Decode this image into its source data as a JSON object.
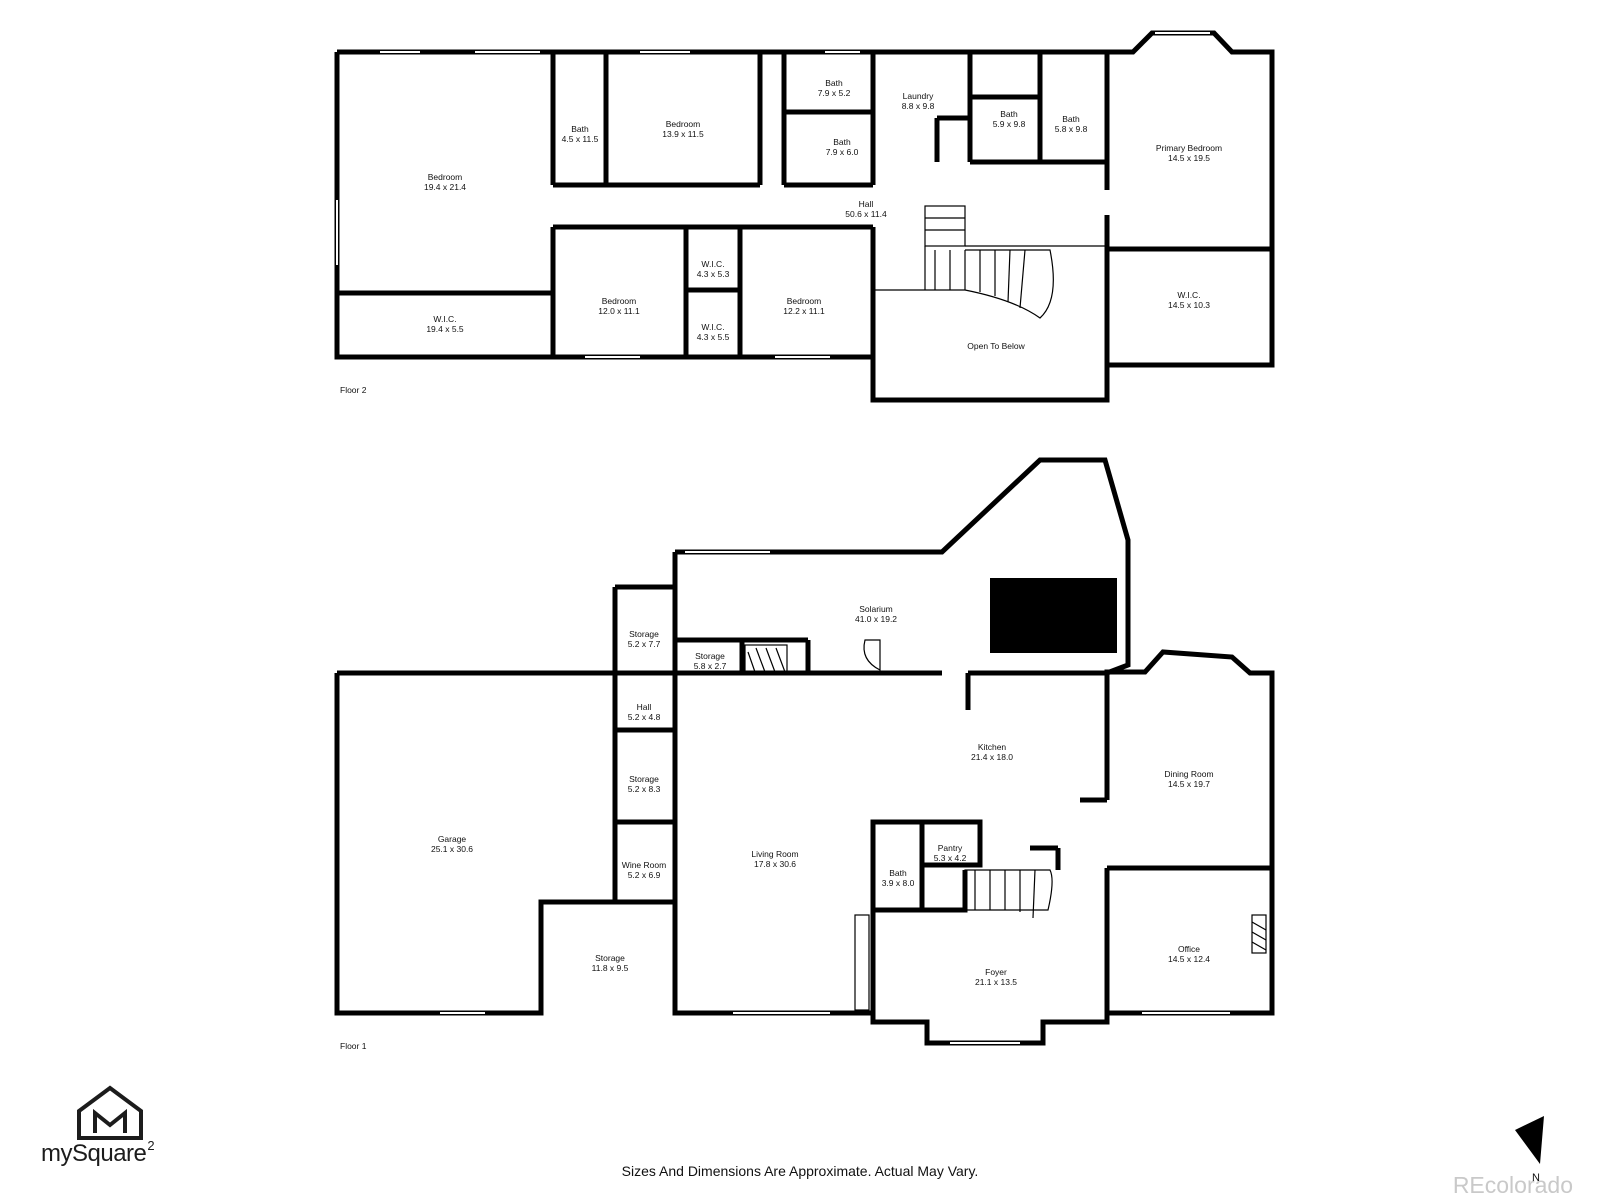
{
  "floor2": {
    "label": "Floor 2",
    "rooms": [
      {
        "name": "Bedroom",
        "dims": "19.4 x 21.4"
      },
      {
        "name": "Bath",
        "dims": "4.5 x 11.5"
      },
      {
        "name": "Bedroom",
        "dims": "13.9 x 11.5"
      },
      {
        "name": "Bath",
        "dims": "7.9 x 5.2"
      },
      {
        "name": "Bath",
        "dims": "7.9 x 6.0"
      },
      {
        "name": "Laundry",
        "dims": "8.8 x 9.8"
      },
      {
        "name": "Bath",
        "dims": "5.9 x 9.8"
      },
      {
        "name": "Bath",
        "dims": "5.8 x 9.8"
      },
      {
        "name": "Primary Bedroom",
        "dims": "14.5 x 19.5"
      },
      {
        "name": "Hall",
        "dims": "50.6 x 11.4"
      },
      {
        "name": "W.I.C.",
        "dims": "19.4 x 5.5"
      },
      {
        "name": "Bedroom",
        "dims": "12.0 x 11.1"
      },
      {
        "name": "W.I.C.",
        "dims": "4.3 x 5.3"
      },
      {
        "name": "W.I.C.",
        "dims": "4.3 x 5.5"
      },
      {
        "name": "Bedroom",
        "dims": "12.2 x 11.1"
      },
      {
        "name": "Open To Below",
        "dims": ""
      },
      {
        "name": "W.I.C.",
        "dims": "14.5 x 10.3"
      }
    ]
  },
  "floor1": {
    "label": "Floor 1",
    "rooms": [
      {
        "name": "Solarium",
        "dims": "41.0 x 19.2"
      },
      {
        "name": "Storage",
        "dims": "5.2 x 7.7"
      },
      {
        "name": "Storage",
        "dims": "5.8 x 2.7"
      },
      {
        "name": "Hall",
        "dims": "5.2 x 4.8"
      },
      {
        "name": "Storage",
        "dims": "5.2 x 8.3"
      },
      {
        "name": "Wine Room",
        "dims": "5.2 x 6.9"
      },
      {
        "name": "Garage",
        "dims": "25.1 x 30.6"
      },
      {
        "name": "Storage",
        "dims": "11.8 x 9.5"
      },
      {
        "name": "Living Room",
        "dims": "17.8 x 30.6"
      },
      {
        "name": "Kitchen",
        "dims": "21.4 x 18.0"
      },
      {
        "name": "Pantry",
        "dims": "5.3 x 4.2"
      },
      {
        "name": "Bath",
        "dims": "3.9 x 8.0"
      },
      {
        "name": "Foyer",
        "dims": "21.1 x 13.5"
      },
      {
        "name": "Dining Room",
        "dims": "14.5 x 19.7"
      },
      {
        "name": "Office",
        "dims": "14.5 x 12.4"
      }
    ]
  },
  "disclaimer": "Sizes And Dimensions Are Approximate. Actual May Vary.",
  "brand": {
    "name": "mySquare",
    "superscript": "2"
  },
  "watermark": "REcolorado",
  "compass": {
    "label": "N"
  },
  "colors": {
    "wall": "#000000",
    "background": "#ffffff",
    "text": "#111111",
    "watermark": "#c9c9c9"
  }
}
